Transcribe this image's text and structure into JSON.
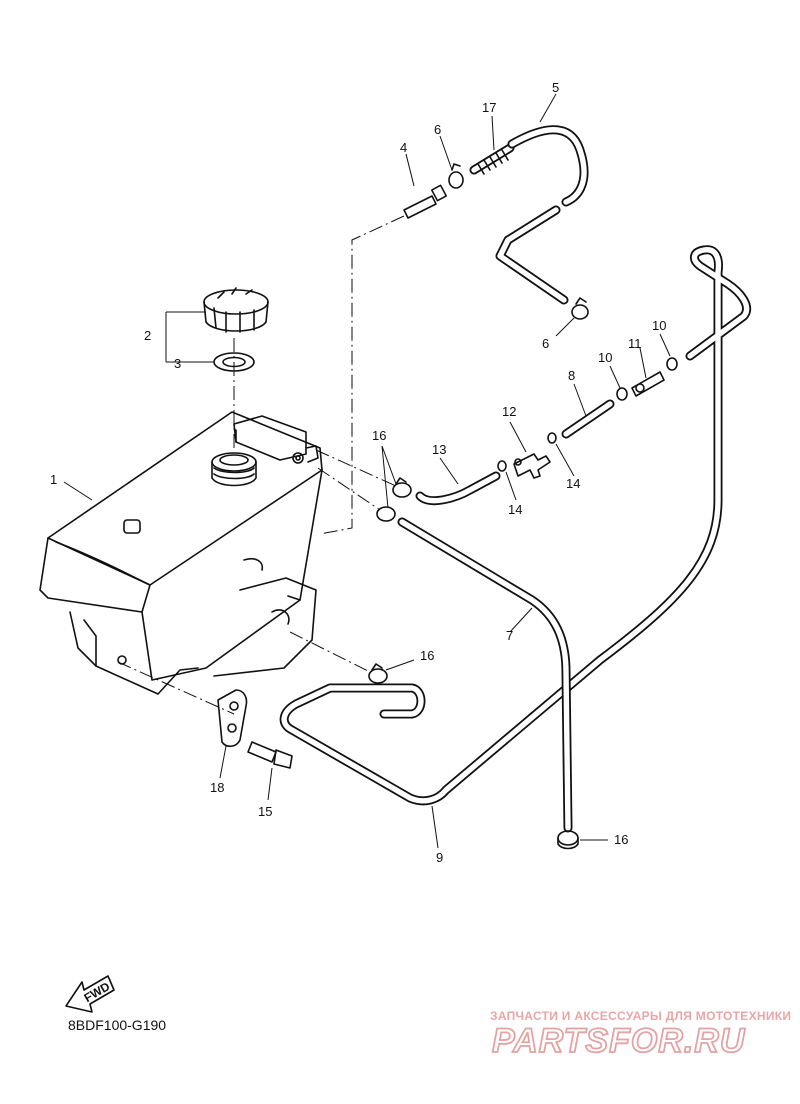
{
  "diagram": {
    "part_code": "8BDF100-G190",
    "fwd_label": "FWD",
    "callouts": {
      "c1": "1",
      "c2": "2",
      "c3": "3",
      "c4": "4",
      "c5": "5",
      "c6a": "6",
      "c6b": "6",
      "c7": "7",
      "c8": "8",
      "c9": "9",
      "c10a": "10",
      "c10b": "10",
      "c11": "11",
      "c12": "12",
      "c13": "13",
      "c14a": "14",
      "c14b": "14",
      "c15": "15",
      "c16a": "16",
      "c16b": "16",
      "c16c": "16",
      "c17": "17",
      "c18": "18"
    }
  },
  "watermark": {
    "tagline": "ЗАПЧАСТИ И АКСЕССУАРЫ ДЛЯ МОТОТЕХНИКИ",
    "logo": "PARTSFOR.RU",
    "color": "#e4a3a3"
  }
}
